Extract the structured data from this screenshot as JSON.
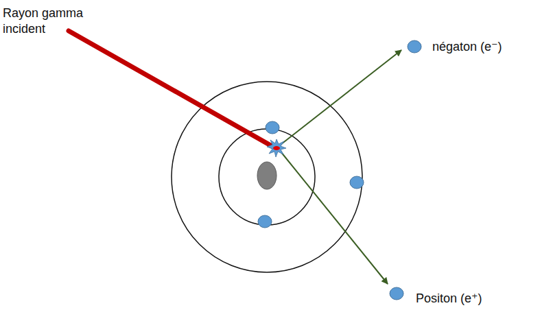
{
  "diagram": {
    "labels": [
      "Rayon gamma incident",
      "négaton (e⁻)",
      "Positon (e⁺)"
    ]
  }
}
